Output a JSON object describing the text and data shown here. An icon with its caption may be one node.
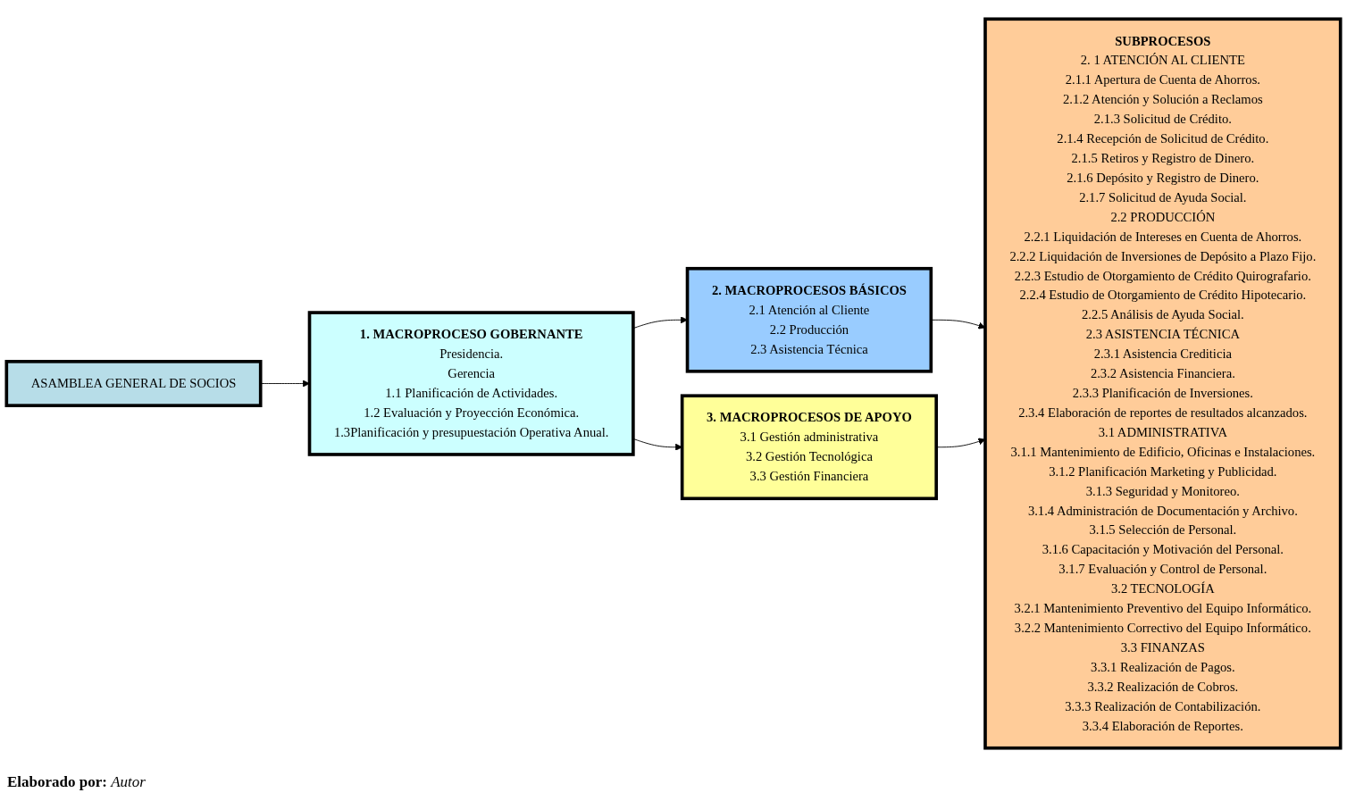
{
  "diagram": {
    "caption": "**Elaborado por:** *Autor*",
    "nodes": [
      {
        "text": [
          "ASAMBLEA GENERAL DE SOCIOS"
        ]
      },
      {
        "text": [
          "1. MACROPROCESO GOBERNANTE",
          "Presidencia.",
          "Gerencia",
          "1.1 Planificación de Actividades.",
          "1.2 Evaluación y Proyección Económica.",
          "1.3Planificación y presupuestación Operativa Anual."
        ]
      },
      {
        "text": [
          "2. MACROPROCESOS BÁSICOS",
          "2.1 Atención al Cliente",
          "2.2 Producción",
          "2.3 Asistencia Técnica"
        ]
      },
      {
        "text": [
          "3. MACROPROCESOS DE APOYO",
          "3.1 Gestión administrativa",
          "3.2 Gestión Tecnológica",
          "3.3 Gestión Financiera"
        ]
      },
      {
        "text": [
          "SUBPROCESOS",
          "2. 1 ATENCIÓN AL CLIENTE",
          "2.1.1 Apertura de Cuenta de Ahorros.",
          "2.1.2 Atención y Solución a Reclamos",
          "2.1.3 Solicitud de Crédito.",
          "2.1.4 Recepción de Solicitud de Crédito.",
          "2.1.5 Retiros y Registro de Dinero.",
          "2.1.6 Depósito y Registro de Dinero.",
          "2.1.7 Solicitud de Ayuda Social.",
          "2.2 PRODUCCIÓN",
          "2.2.1 Liquidación de Intereses en Cuenta de Ahorros.",
          "2.2.2 Liquidación de Inversiones de Depósito a Plazo Fijo.",
          "2.2.3 Estudio de Otorgamiento de Crédito Quirografario.",
          "2.2.4 Estudio de Otorgamiento de Crédito Hipotecario.",
          "2.2.5 Análisis de Ayuda Social.",
          "2.3 ASISTENCIA TÉCNICA",
          "2.3.1 Asistencia Crediticia",
          "2.3.2 Asistencia Financiera.",
          "2.3.3 Planificación de Inversiones.",
          "2.3.4 Elaboración de reportes de resultados alcanzados.",
          "3.1 ADMINISTRATIVA",
          "3.1.1 Mantenimiento de Edificio, Oficinas e Instalaciones.",
          "3.1.2 Planificación Marketing y Publicidad.",
          "3.1.3 Seguridad y Monitoreo.",
          "3.1.4 Administración de Documentación y Archivo.",
          "3.1.5 Selección de Personal.",
          "3.1.6 Capacitación y Motivación del Personal.",
          "3.1.7 Evaluación y Control de Personal.",
          "3.2 TECNOLOGÍA",
          "3.2.1 Mantenimiento Preventivo del Equipo Informático.",
          "3.2.2 Mantenimiento Correctivo del Equipo Informático.",
          "3.3 FINANZAS",
          "3.3.1 Realización de Pagos.",
          "3.3.2 Realización de Cobros.",
          "3.3.3 Realización de Contabilización.",
          "3.3.4 Elaboración de Reportes."
        ]
      }
    ],
    "edges": [
      {
        "from": 0,
        "to": 1,
        "arrow": "to"
      },
      {
        "from": 1,
        "to": 2,
        "arrow": "to"
      },
      {
        "from": 1,
        "to": 3,
        "arrow": "to"
      },
      {
        "from": 2,
        "to": 4,
        "arrow": "to"
      },
      {
        "from": 3,
        "to": 4,
        "arrow": "to"
      }
    ]
  }
}
